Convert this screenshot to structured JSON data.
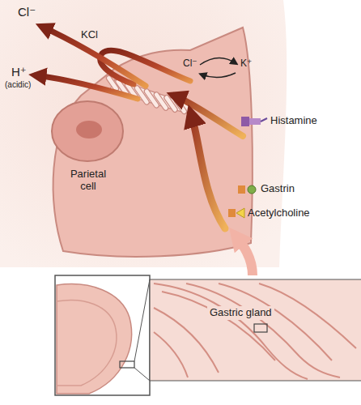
{
  "diagram": {
    "labels": [
      "Cl⁻",
      "KCl",
      "H⁺",
      "(acidic)",
      "Cl⁻",
      "K⁺",
      "Histamine",
      "Gastrin",
      "Acetylcholine",
      "Parietal cell",
      "Gastric gland"
    ]
  }
}
